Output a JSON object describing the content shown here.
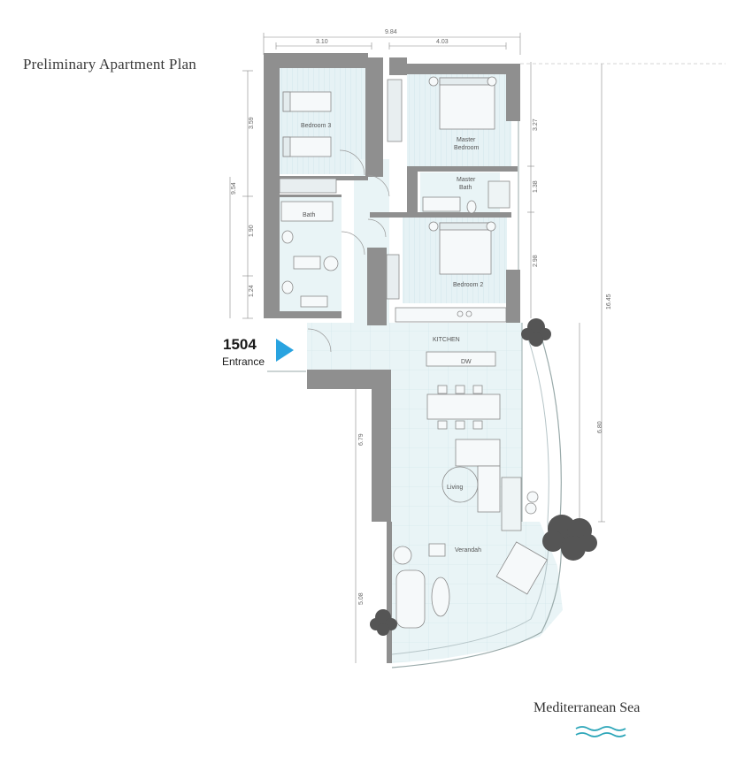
{
  "title": "Preliminary Apartment Plan",
  "unit": {
    "number": "1504",
    "entrance_label": "Entrance"
  },
  "sea_label": "Mediterranean Sea",
  "rooms": {
    "bedroom3": "Bedroom 3",
    "master_bedroom_1": "Master",
    "master_bedroom_2": "Bedroom",
    "master_bath_1": "Master",
    "master_bath_2": "Bath",
    "bath": "Bath",
    "bedroom2": "Bedroom 2",
    "kitchen": "KITCHEN",
    "dw": "DW",
    "living": "Living",
    "verandah": "Verandah"
  },
  "dimensions": {
    "total_width": "9.84",
    "left_width": "3.10",
    "right_width": "4.03",
    "master_depth": "3.27",
    "bath_depth": "1.38",
    "bed2_depth": "2.98",
    "right_total": "16.45",
    "living_depth": "6.80",
    "left_bed3": "3.59",
    "left_total": "9.54",
    "left_bath": "1.90",
    "left_wc": "1.24",
    "inner_living": "6.79",
    "verandah_depth": "5.08"
  },
  "colors": {
    "wall": "#8f8f8f",
    "floor": "#e6f2f5",
    "accent_arrow": "#29a3e0",
    "waves": "#2aa5b8"
  }
}
